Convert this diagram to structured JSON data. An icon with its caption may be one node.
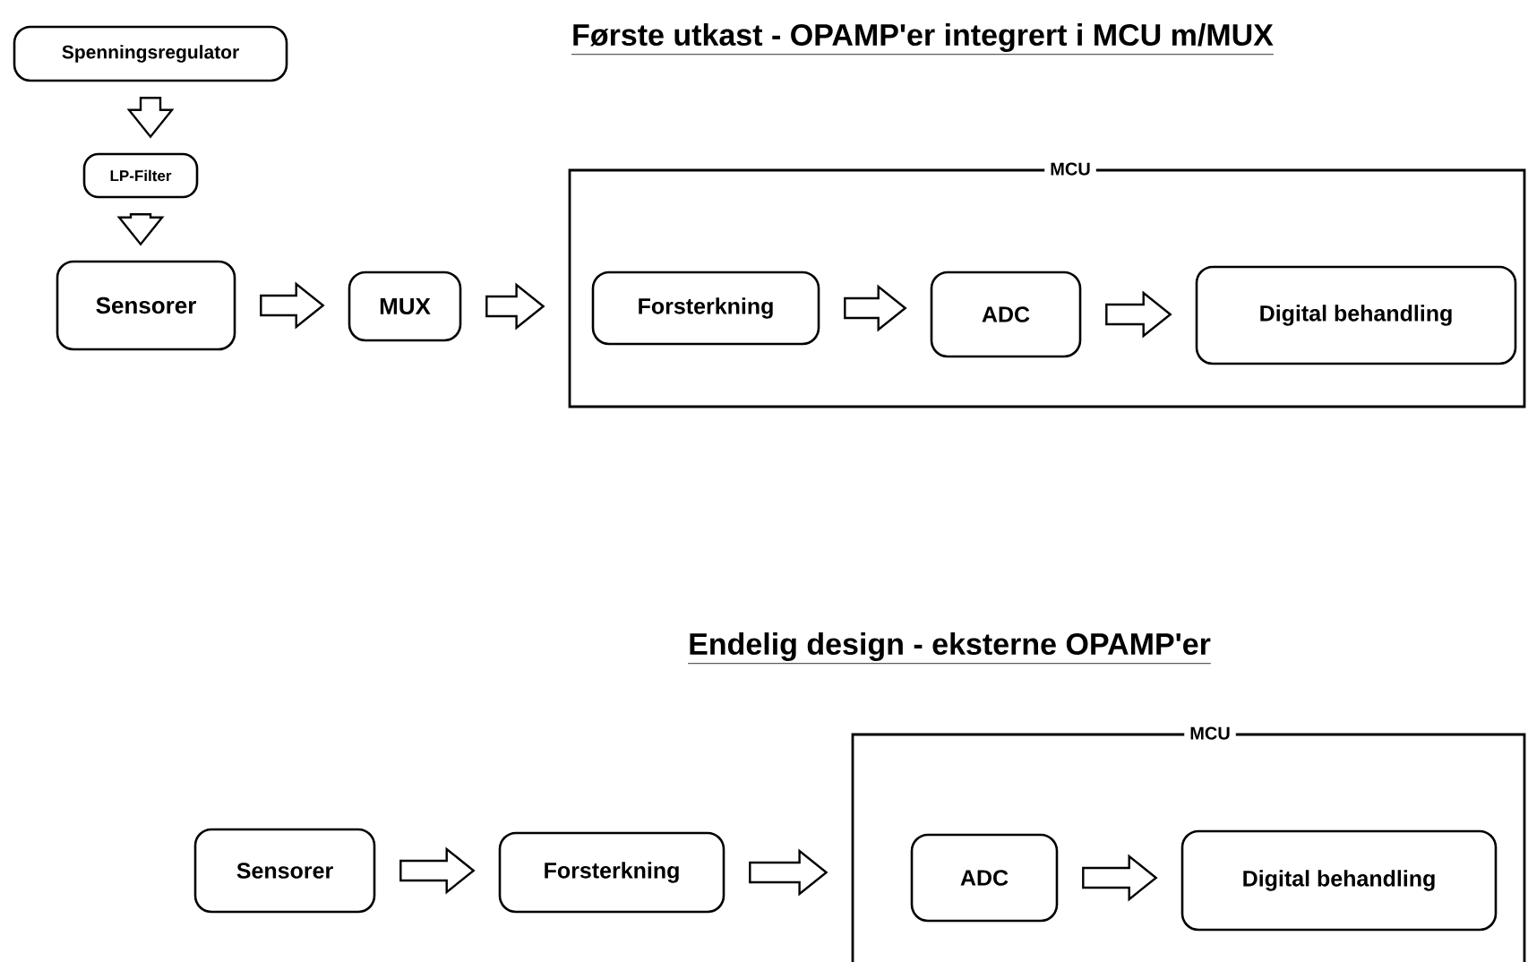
{
  "diagram": {
    "title": "Første utkast - OPAMP'er integrert i MCU m/MUX",
    "nodes": [
      {
        "text": [
          "Spenningsregulator"
        ]
      },
      {
        "text": [
          "LP-Filter"
        ]
      },
      {
        "text": [
          "Sensorer"
        ]
      },
      {
        "text": [
          "MUX"
        ]
      },
      {
        "text": [
          "MCU"
        ]
      },
      {
        "text": [
          "Forsterkning"
        ],
        "in": 4
      },
      {
        "text": [
          "ADC"
        ],
        "in": 4
      },
      {
        "text": [
          "Digital behandling"
        ],
        "in": 4
      },
      {
        "text": [
          "Sensorer"
        ]
      },
      {
        "text": [
          "Forsterkning"
        ]
      },
      {
        "text": [
          "MCU"
        ]
      },
      {
        "text": [
          "ADC"
        ],
        "in": 10
      },
      {
        "text": [
          "Digital behandling"
        ],
        "in": 10
      }
    ],
    "edges": [
      {
        "from": 0,
        "to": 1,
        "arrow": "to"
      },
      {
        "from": 1,
        "to": 2,
        "arrow": "to"
      },
      {
        "from": 2,
        "to": 3,
        "arrow": "to"
      },
      {
        "from": 3,
        "to": 4,
        "arrow": "to"
      },
      {
        "from": 5,
        "to": 6,
        "arrow": "to"
      },
      {
        "from": 6,
        "to": 7,
        "arrow": "to"
      },
      {
        "from": 8,
        "to": 9,
        "arrow": "to"
      },
      {
        "from": 9,
        "to": 10,
        "arrow": "to"
      },
      {
        "from": 11,
        "to": 12,
        "arrow": "to"
      }
    ],
    "labels": [
      "Endelig design - eksterne OPAMP'er"
    ]
  }
}
